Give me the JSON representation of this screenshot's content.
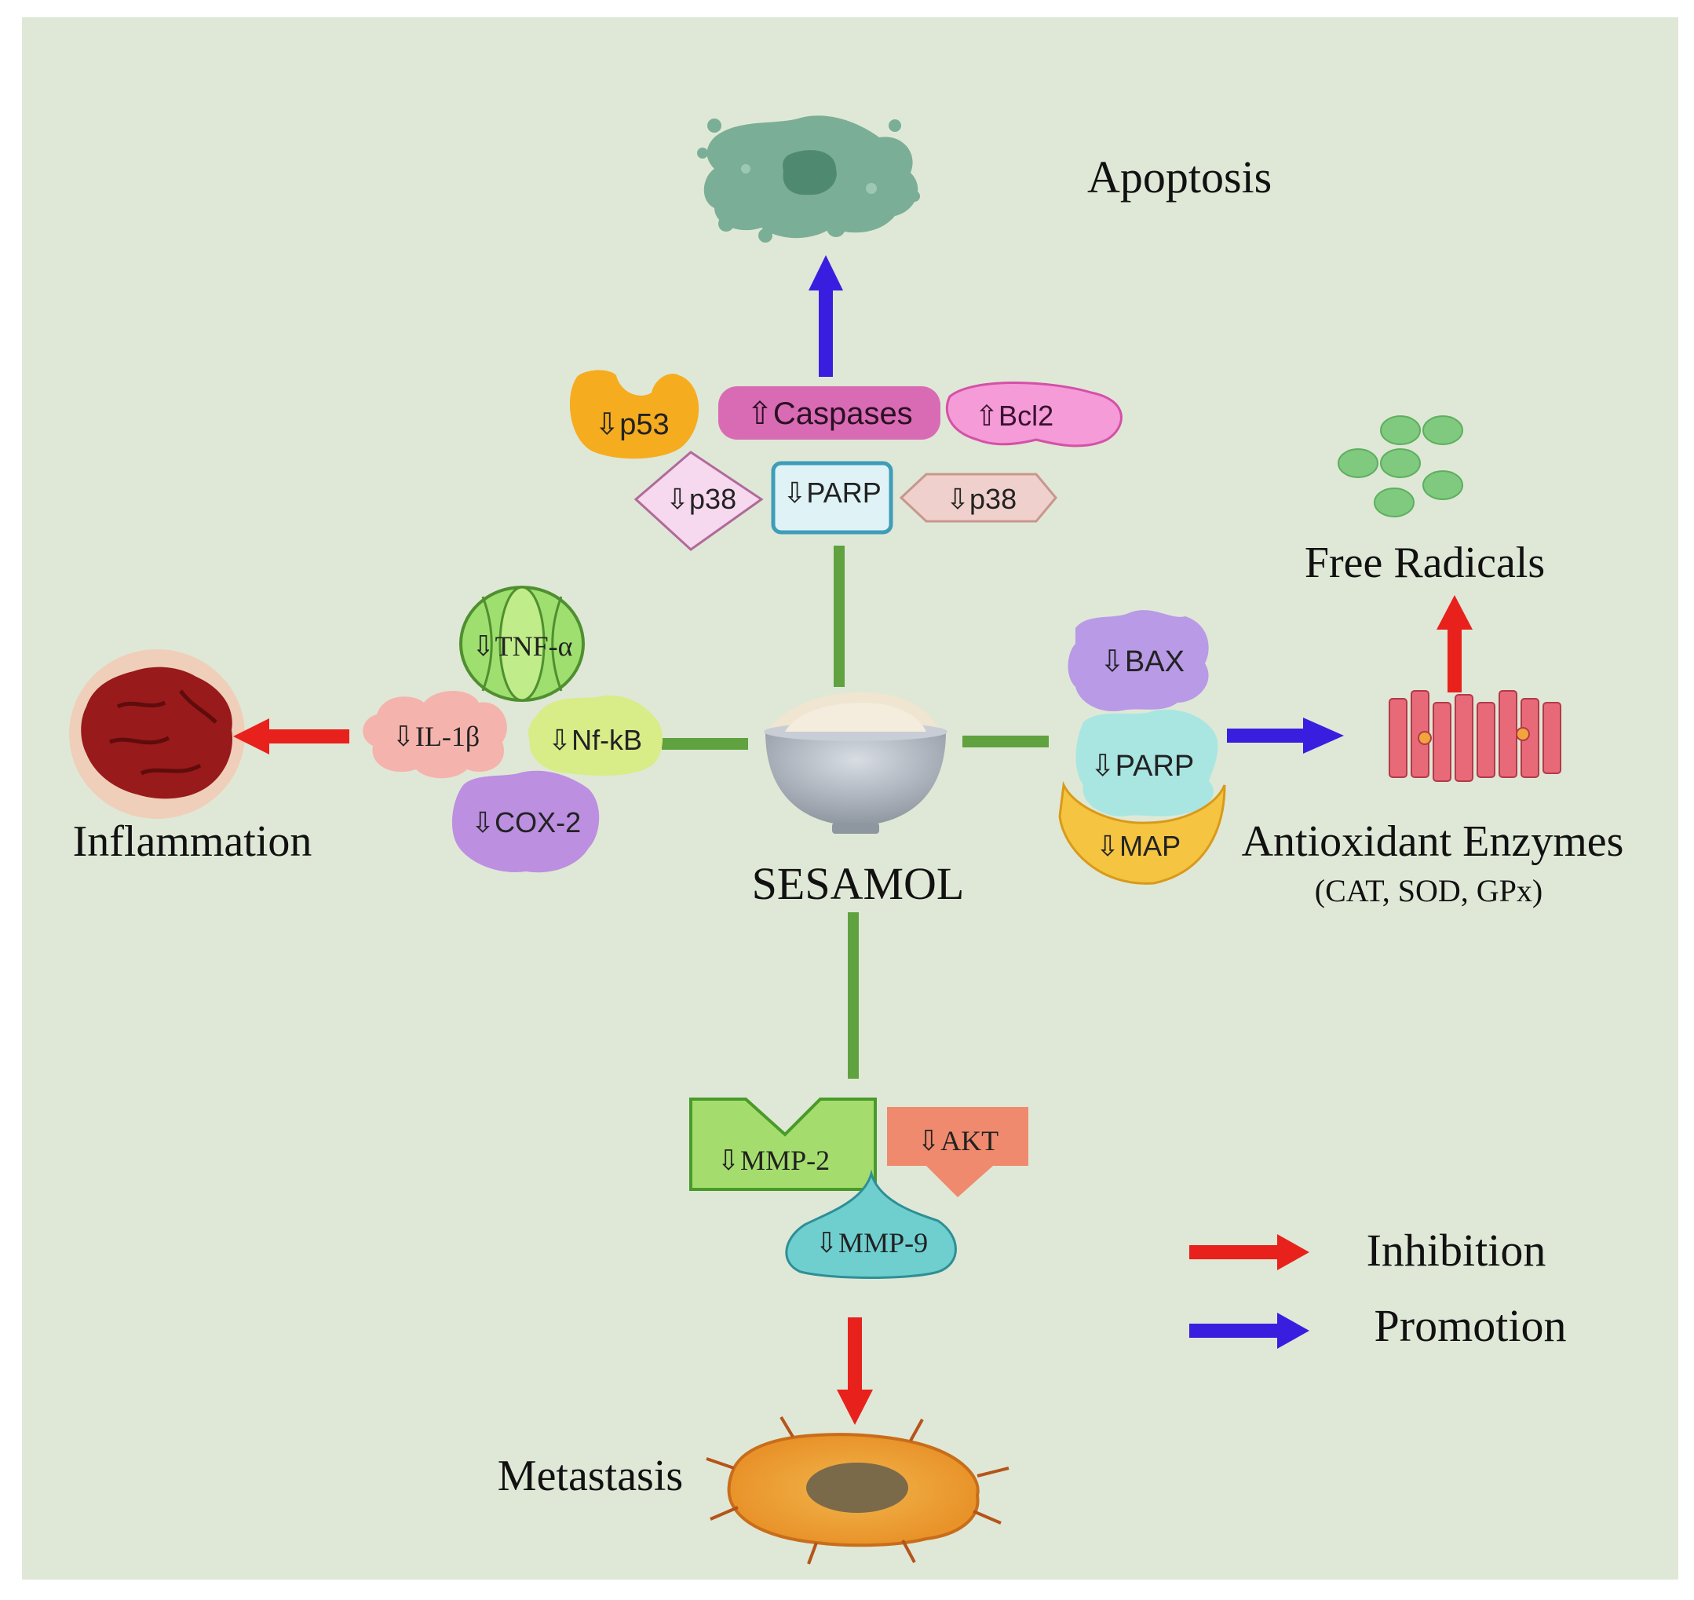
{
  "colors": {
    "background": "#dfe8d6",
    "connector": "#5fa23f",
    "inhibition": "#e8211c",
    "promotion": "#3a1ee0"
  },
  "outcomes": {
    "apoptosis": "Apoptosis",
    "free_radicals": "Free Radicals",
    "inflammation": "Inflammation",
    "antioxidant": "Antioxidant Enzymes",
    "antioxidant_sub": "(CAT, SOD, GPx)",
    "metastasis": "Metastasis"
  },
  "center": {
    "label": "SESAMOL"
  },
  "apoptosis_markers": {
    "p53": "⇩p53",
    "caspases": "⇧Caspases",
    "bcl2": "⇧Bcl2",
    "p38_left": "⇩p38",
    "parp": "⇩PARP",
    "p38_right": "⇩p38"
  },
  "inflammation_markers": {
    "tnf": "⇩TNF-α",
    "il1b": "⇩IL-1β",
    "nfkb": "⇩Nf-kB",
    "cox2": "⇩COX-2"
  },
  "antioxidant_markers": {
    "bax": "⇩BAX",
    "parp": "⇩PARP",
    "map": "⇩MAP"
  },
  "metastasis_markers": {
    "mmp2": "⇩MMP-2",
    "akt": "⇩AKT",
    "mmp9": "⇩MMP-9"
  },
  "legend": {
    "inhibition": "Inhibition",
    "promotion": "Promotion"
  }
}
